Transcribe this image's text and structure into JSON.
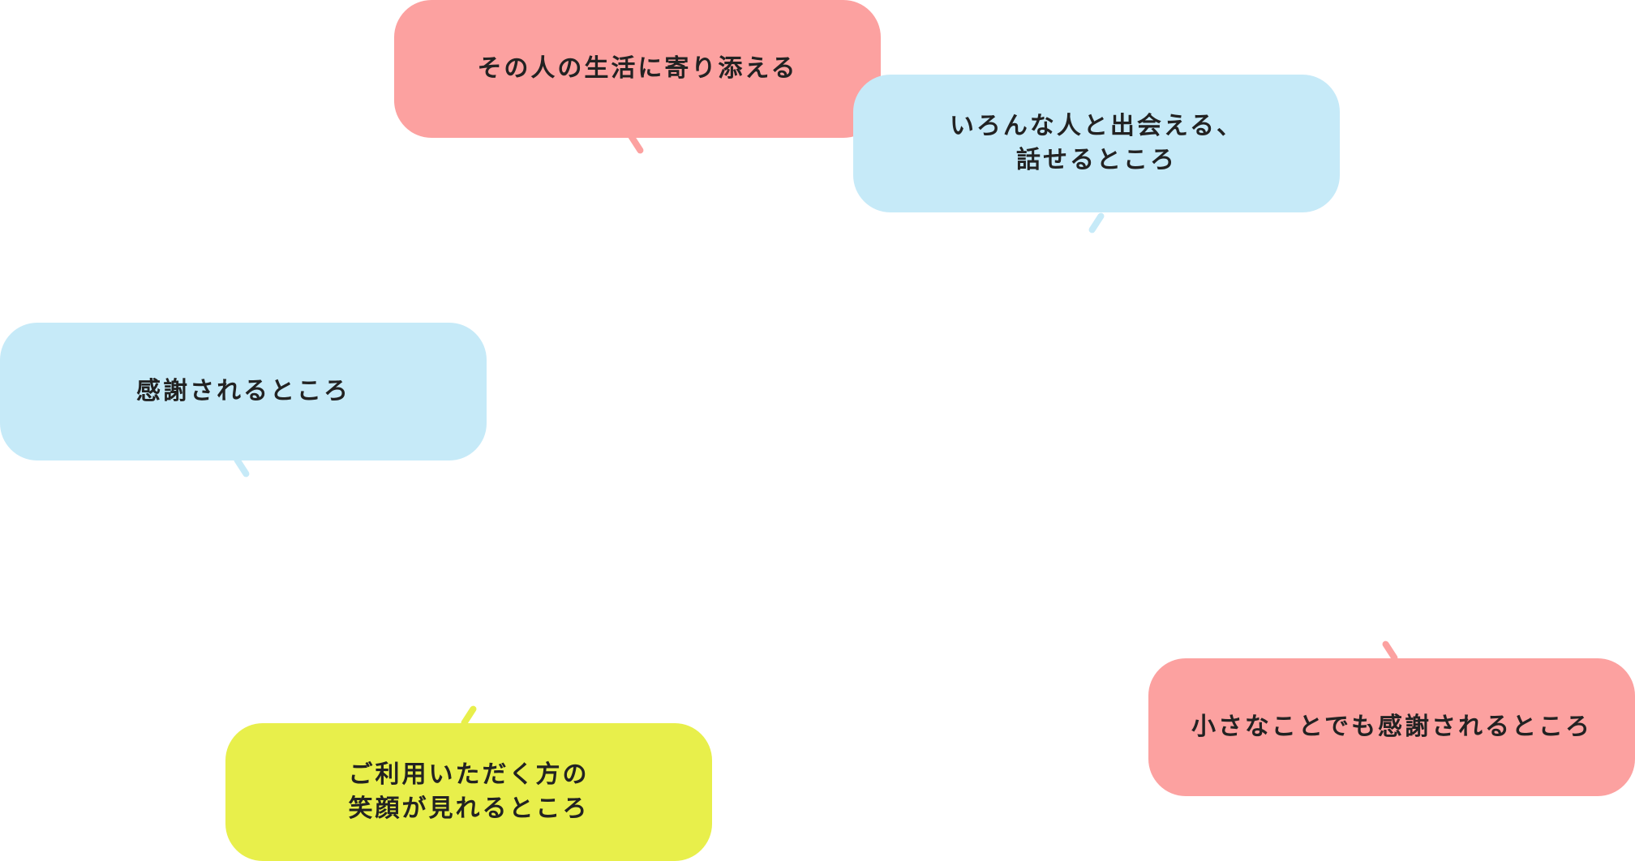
{
  "bubbles": [
    {
      "color": "#fca1a0",
      "lines": [
        "その人の生活に寄り添える"
      ]
    },
    {
      "color": "#c6eaf8",
      "lines": [
        "いろんな人と出会える、",
        "話せるところ"
      ]
    },
    {
      "color": "#c6eaf8",
      "lines": [
        "感謝されるところ"
      ]
    },
    {
      "color": "#e8ef4b",
      "lines": [
        "ご利用いただく方の",
        "笑顔が見れるところ"
      ]
    },
    {
      "color": "#fca1a0",
      "lines": [
        "小さなことでも感謝されるところ"
      ]
    }
  ]
}
